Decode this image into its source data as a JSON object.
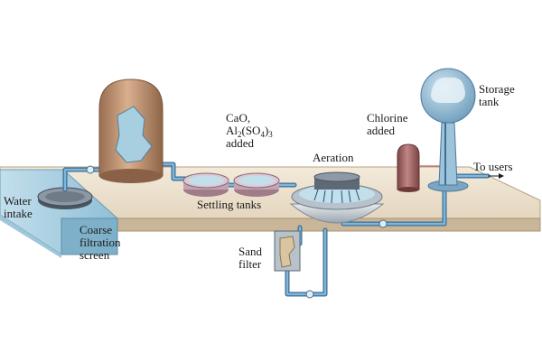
{
  "labels": {
    "water_intake": [
      "Water",
      "intake"
    ],
    "coarse_filtration": [
      "Coarse",
      "filtration",
      "screen"
    ],
    "settling_tanks": "Settling tanks",
    "chemicals": {
      "cao": "CaO,",
      "al": "Al",
      "sub2": "2",
      "so4": "(SO",
      "sub4": "4",
      "close": ")",
      "sub3": "3",
      "added": "added"
    },
    "aeration": "Aeration",
    "chlorine": [
      "Chlorine",
      "added"
    ],
    "storage": [
      "Storage",
      "tank"
    ],
    "to_users": "To users",
    "sand_filter": [
      "Sand",
      "filter"
    ]
  },
  "colors": {
    "platform_top": "#ece0cd",
    "platform_front": "#c9b598",
    "water": "#a8cfe0",
    "pipe": "#5b98c4",
    "tank_copper": "#c49a78",
    "chlorine_tank": "#a86a6a",
    "storage_glass": "#8fb8d4"
  }
}
